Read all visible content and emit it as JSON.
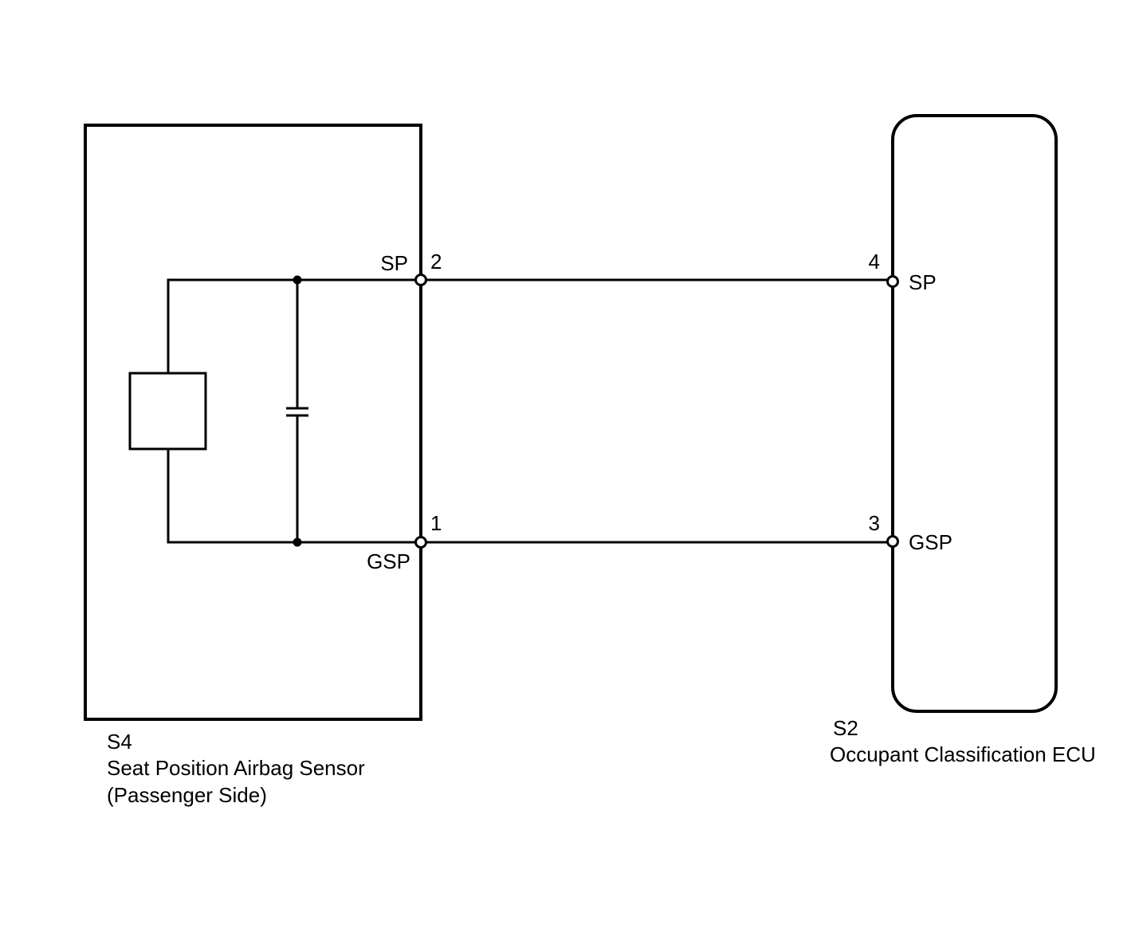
{
  "components": {
    "sensor": {
      "code": "S4",
      "name": "Seat Position Airbag Sensor",
      "sub": "(Passenger Side)",
      "pins": {
        "sp": {
          "num": "2",
          "label": "SP"
        },
        "gsp": {
          "num": "1",
          "label": "GSP"
        }
      }
    },
    "ecu": {
      "code": "S2",
      "name": "Occupant Classification ECU",
      "pins": {
        "sp": {
          "num": "4",
          "label": "SP"
        },
        "gsp": {
          "num": "3",
          "label": "GSP"
        }
      }
    }
  },
  "wires": [
    {
      "from": "S4-2 SP",
      "to": "S2-4 SP"
    },
    {
      "from": "S4-1 GSP",
      "to": "S2-3 GSP"
    }
  ],
  "colors": {
    "line": "#000000",
    "background": "#ffffff"
  }
}
